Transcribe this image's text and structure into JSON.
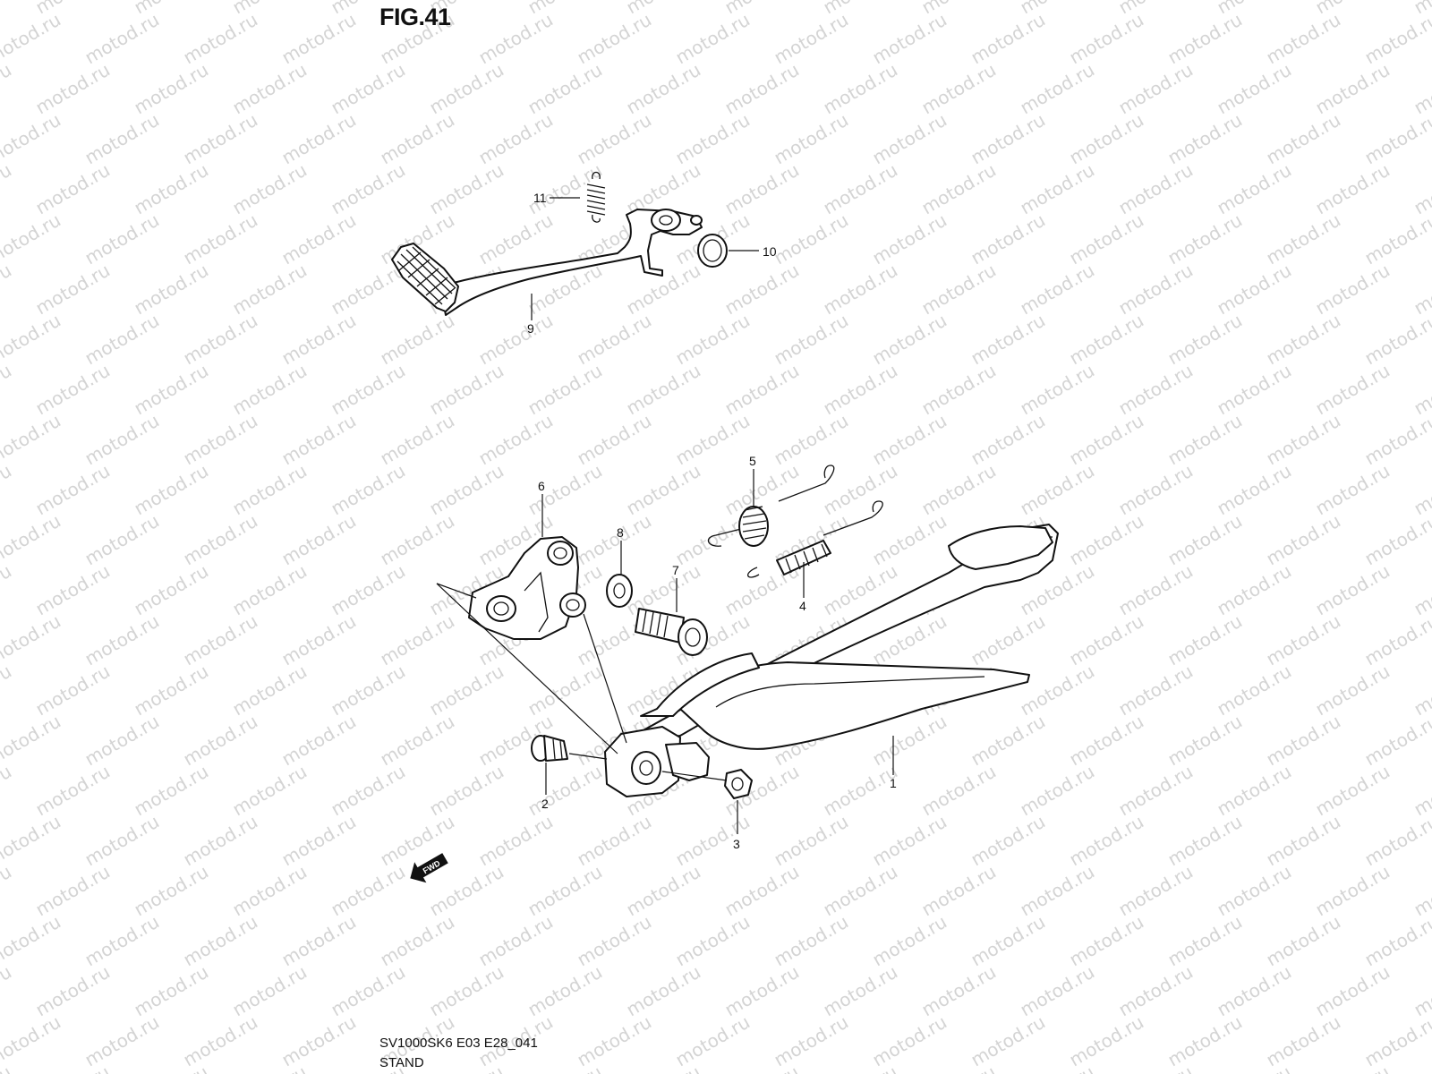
{
  "figure": {
    "title": "FIG.41",
    "model_code": "SV1000SK6 E03 E28_041",
    "section_name": "STAND"
  },
  "watermark_text": "motod.ru",
  "direction_marker": "FWD",
  "callouts": [
    "1",
    "2",
    "3",
    "4",
    "5",
    "6",
    "7",
    "8",
    "9",
    "10",
    "11"
  ],
  "parts": {
    "pedal_assembly": "shift-pedal",
    "stand": "side-stand",
    "bracket": "stand-bracket"
  }
}
